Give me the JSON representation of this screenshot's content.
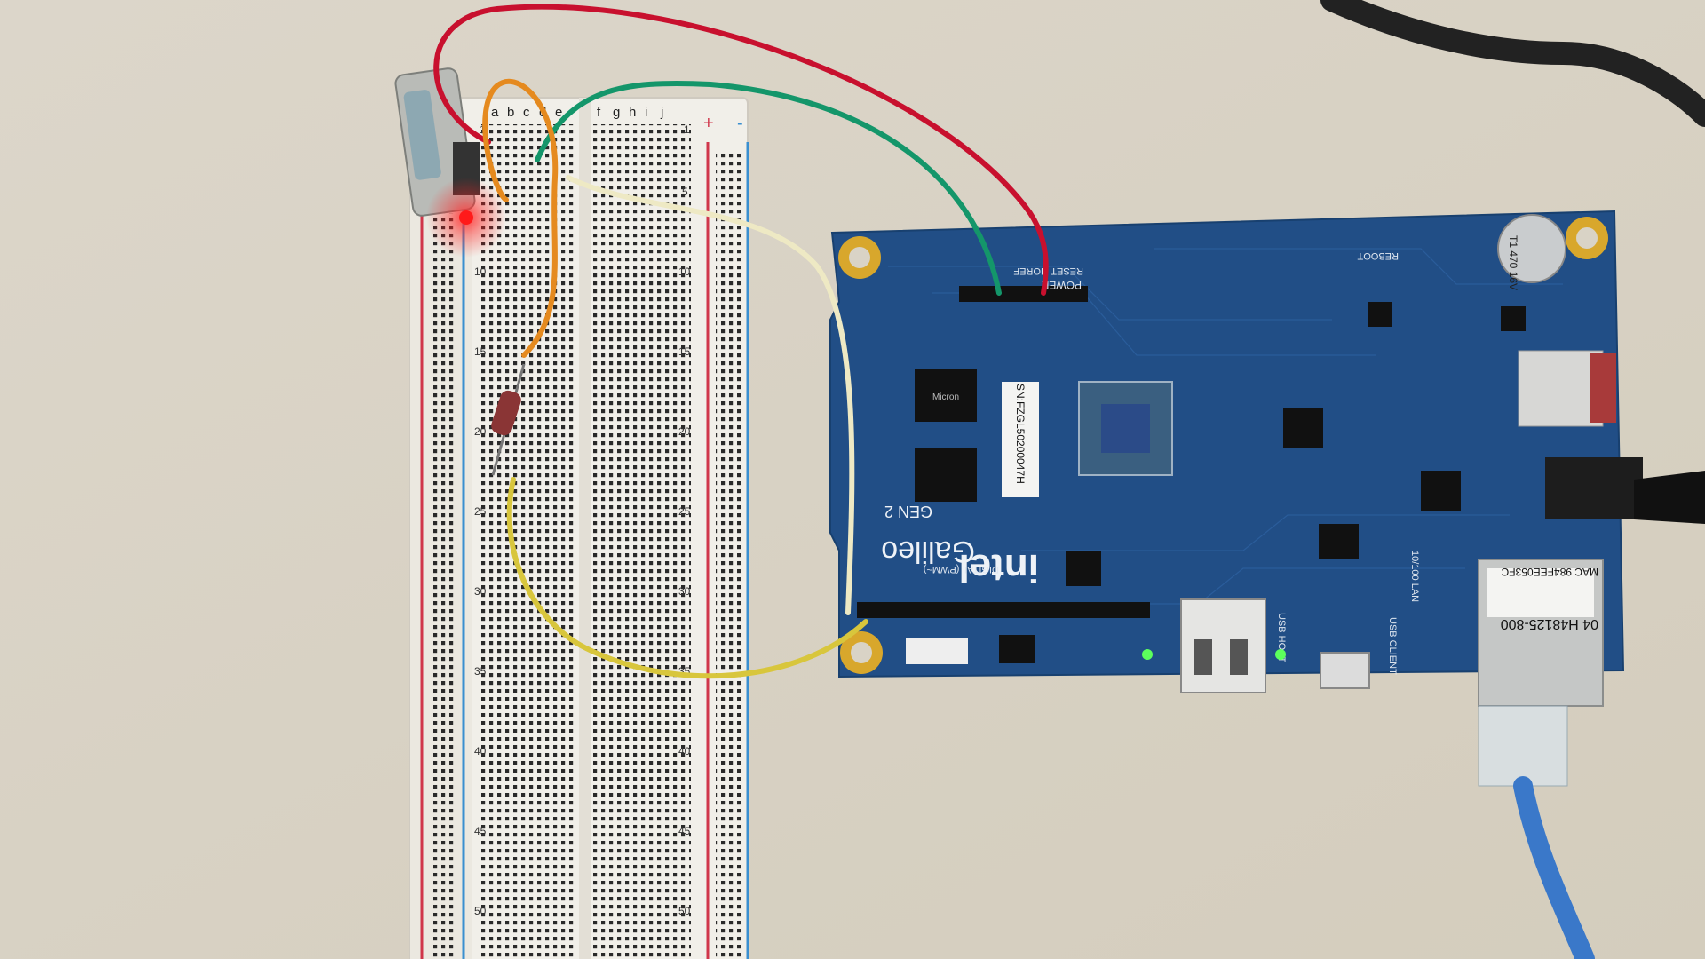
{
  "breadboard": {
    "columns_left": [
      "a",
      "b",
      "c",
      "d",
      "e"
    ],
    "columns_right": [
      "f",
      "g",
      "h",
      "i",
      "j"
    ],
    "row_numbers": [
      "1",
      "5",
      "10",
      "15",
      "20",
      "25",
      "30",
      "35",
      "40",
      "45",
      "50"
    ],
    "rail_plus": "+",
    "rail_minus": "-"
  },
  "board": {
    "brand": "intel",
    "name": "Galileo",
    "gen": "GEN 2",
    "digital_label": "DIGITAL (PWM~)",
    "power_label": "POWER",
    "reset_label": "RESET",
    "ioref_label": "IOREF",
    "reboot_label": "REBOOT",
    "serial_label": "SN:FZGL50200047H",
    "mac_label": "MAC 984FEE053FC",
    "barcode_label": "04 H48125-800",
    "usb_host_label": "USB HOST",
    "usb_client_label": "USB CLIENT",
    "lan_label": "10/100 LAN",
    "capacitor_label": "T1 470 16V",
    "chip_label": "Micron"
  },
  "colors": {
    "table": "#d9d3c6",
    "breadboard": "#f1efe9",
    "rail_red": "#d0364a",
    "rail_blue": "#3a8fd0",
    "pcb": "#214e86",
    "wire_red": "#c8102e",
    "wire_green": "#14966a",
    "wire_orange": "#e58a1f",
    "wire_cream": "#eee9c4",
    "wire_yellow": "#d8c63c",
    "cable_blue": "#3a78c9",
    "led_red": "#ff2020"
  }
}
